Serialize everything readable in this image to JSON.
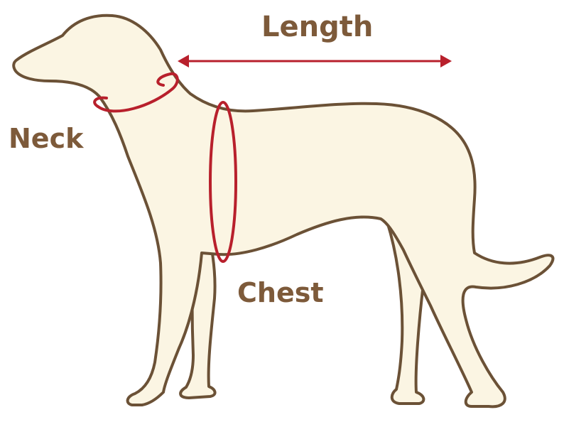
{
  "labels": {
    "length": "Length",
    "neck": "Neck",
    "chest": "Chest"
  },
  "colors": {
    "body_fill": "#fbf5e3",
    "outline": "#6b5136",
    "measure_line": "#b8202c",
    "text": "#7d5a3a"
  },
  "icons": {
    "dog": "dog-silhouette-icon",
    "length_arrow": "double-arrow-icon"
  }
}
